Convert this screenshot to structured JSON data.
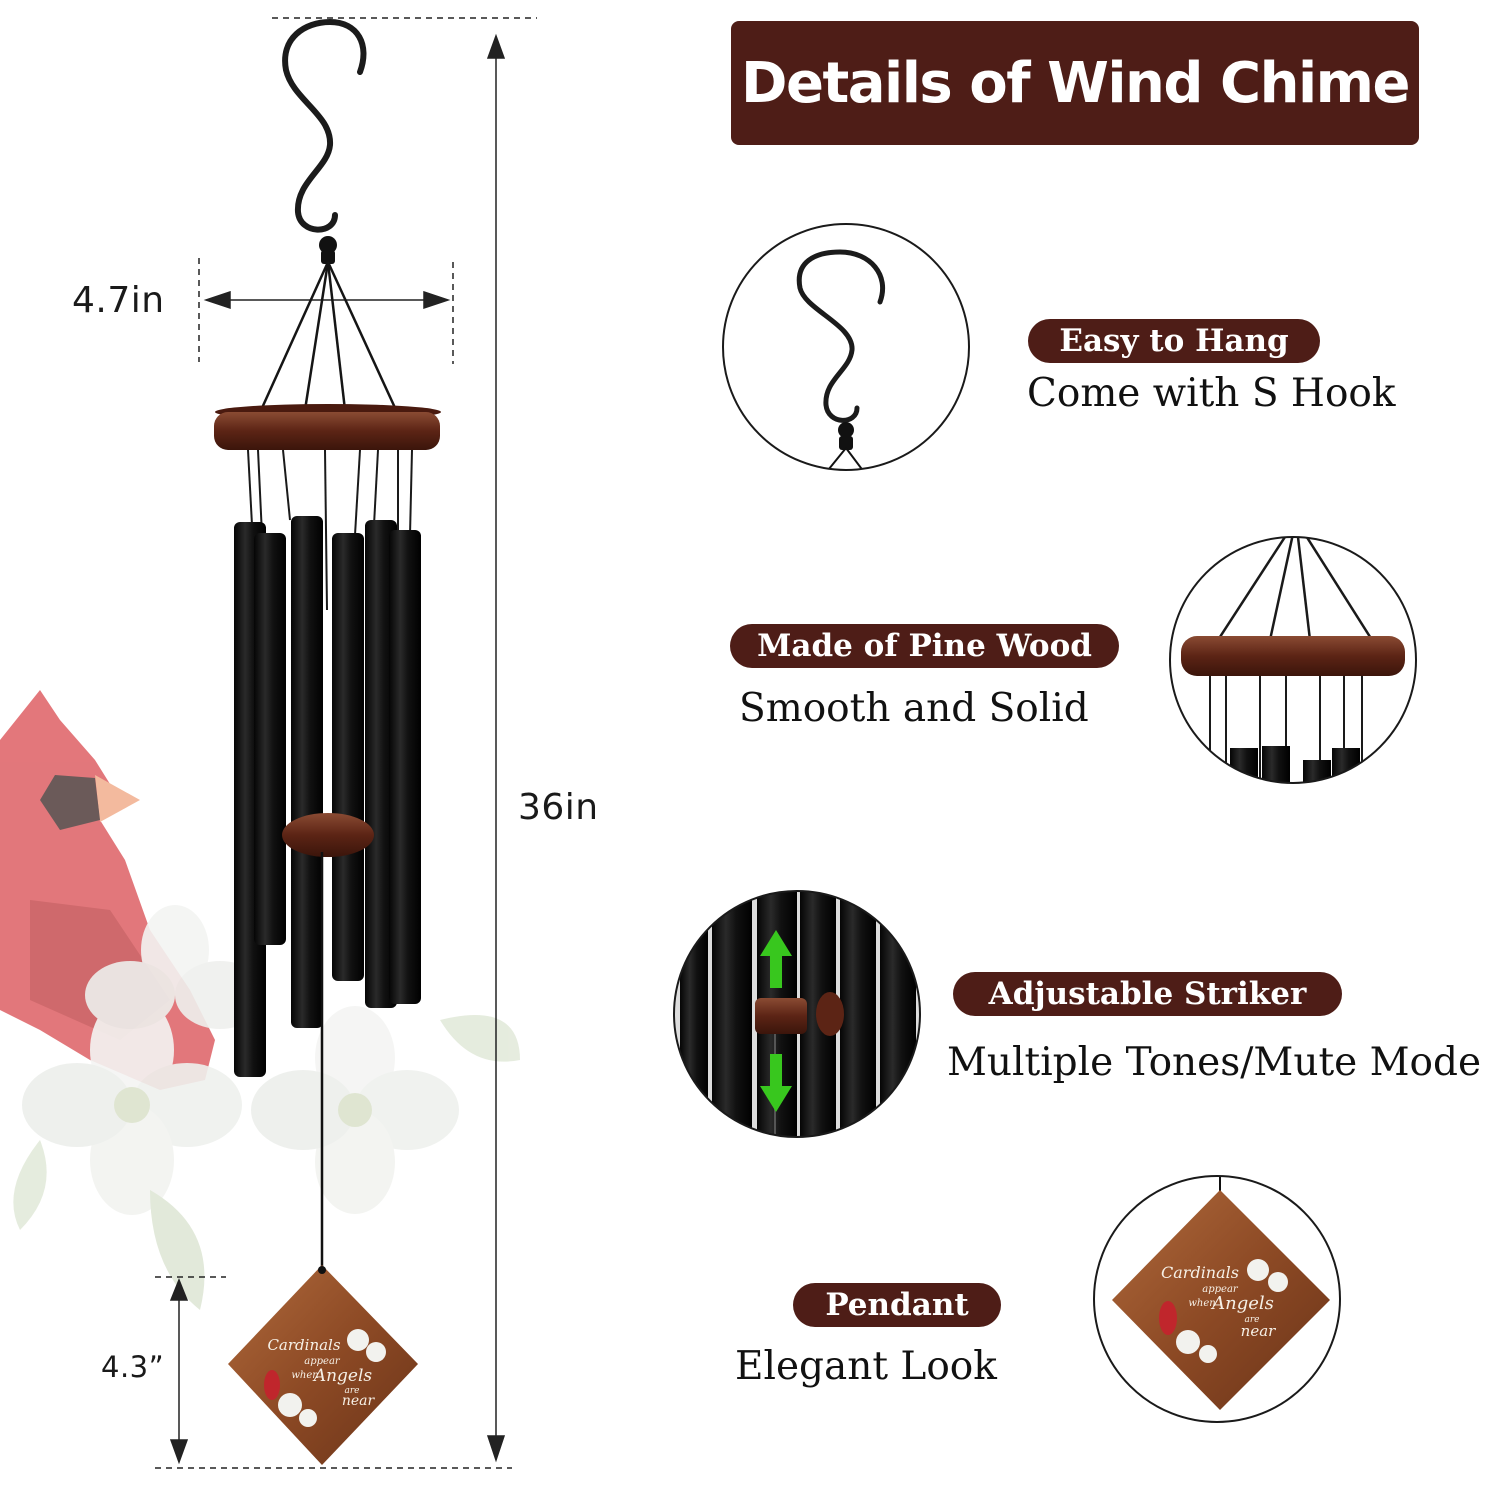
{
  "header": {
    "title": "Details of Wind Chime"
  },
  "dimensions": {
    "width": "4.7in",
    "height": "36in",
    "pendant": "4.3”"
  },
  "features": [
    {
      "title": "Easy to Hang",
      "description": "Come with S Hook",
      "icon": "s-hook-detail"
    },
    {
      "title": "Made of Pine Wood",
      "description": "Smooth and Solid",
      "icon": "wood-ring-detail"
    },
    {
      "title": "Adjustable Striker",
      "description": "Multiple Tones/Mute Mode",
      "icon": "striker-detail"
    },
    {
      "title": "Pendant",
      "description": "Elegant Look",
      "icon": "pendant-detail"
    }
  ],
  "pendant": {
    "line1": "Cardinals",
    "line2": "appear",
    "line3": "when",
    "line4": "Angels",
    "line5": "are",
    "line6": "near"
  },
  "colors": {
    "banner": "#4e1d17",
    "wood": "#6b2d1d",
    "tube": "#141414",
    "cardinal": "#c0262c",
    "arrow": "#38c71e"
  }
}
